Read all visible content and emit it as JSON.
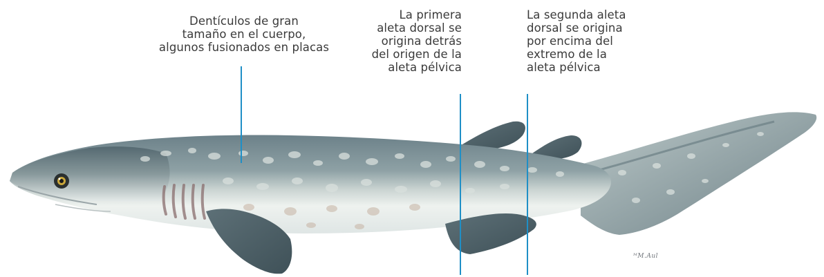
{
  "annotations": [
    {
      "id": "dermal-denticles",
      "text": "Dentículos de gran\ntamaño en el cuerpo,\nalgunos fusionados en placas"
    },
    {
      "id": "first-dorsal-fin",
      "text": "La primera\naleta dorsal se\norigina detrás\ndel origen de la\naleta pélvica"
    },
    {
      "id": "second-dorsal-fin",
      "text": "La segunda aleta\ndorsal se origina\npor encima del\nextremo de la\naleta pélvica"
    }
  ],
  "signature": "ᴹM.Aul",
  "colors": {
    "leader_line": "#1f8fc6",
    "text": "#3a3a3a",
    "body_dark": "#617a82",
    "body_light": "#e7ecea"
  }
}
